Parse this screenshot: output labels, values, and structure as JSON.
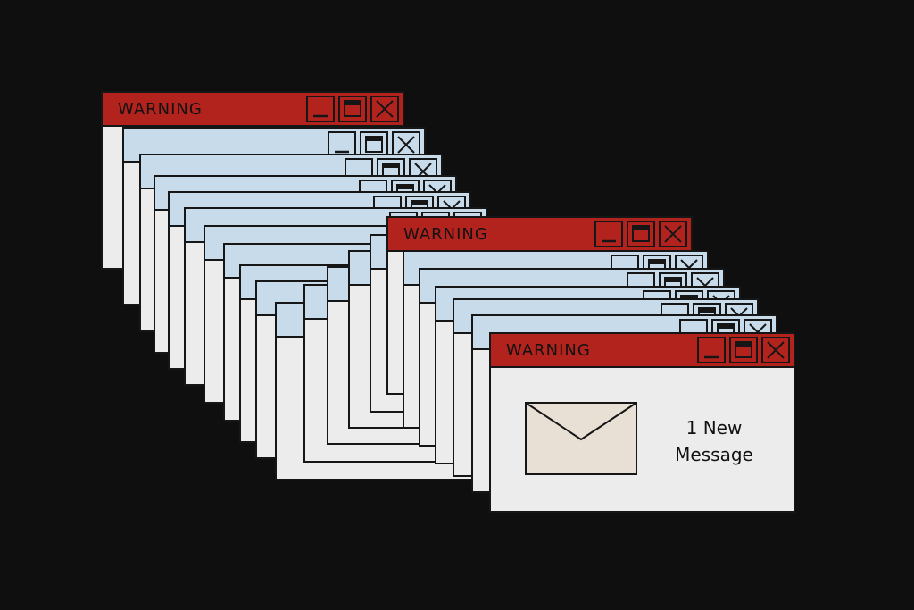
{
  "dialog_title": "WARNING",
  "message_line1": "1 New",
  "message_line2": "Message",
  "colors": {
    "background": "#0f0f0f",
    "warning_titlebar": "#b3231e",
    "inactive_titlebar": "#c7dbea",
    "window_body": "#ececec",
    "envelope": "#e8e0d5",
    "outline": "#161616"
  },
  "icons": {
    "minimize": "minimize-icon",
    "maximize": "maximize-icon",
    "close": "close-icon",
    "message": "envelope-icon"
  }
}
